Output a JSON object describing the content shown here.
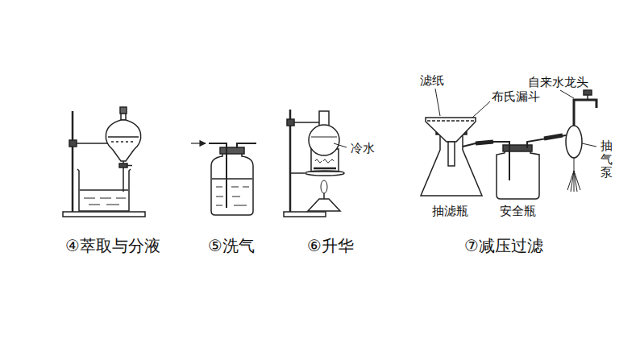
{
  "diagram": {
    "labels": [
      "④萃取与分液",
      "⑤洗气",
      "⑥升华",
      "⑦减压过滤",
      "冷水",
      "滤纸",
      "布氏漏斗",
      "自来水龙头",
      "抽气泵",
      "抽滤瓶",
      "安全瓶"
    ]
  }
}
